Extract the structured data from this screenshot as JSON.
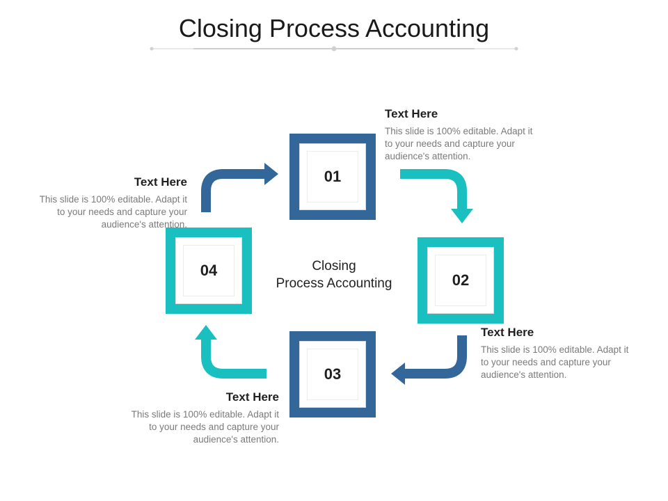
{
  "title": "Closing Process Accounting",
  "center_label": {
    "line1": "Closing",
    "line2": "Process Accounting"
  },
  "steps": [
    {
      "number": "01",
      "color": "#336699"
    },
    {
      "number": "02",
      "color": "#1abfbf"
    },
    {
      "number": "03",
      "color": "#336699"
    },
    {
      "number": "04",
      "color": "#1abfbf"
    }
  ],
  "notes": [
    {
      "heading": "Text Here",
      "body": "This slide is 100% editable. Adapt it to your needs and capture your audience's attention."
    },
    {
      "heading": "Text Here",
      "body": "This slide is 100% editable. Adapt it to your needs and capture your audience's attention."
    },
    {
      "heading": "Text Here",
      "body": "This slide is 100% editable. Adapt it to your needs and capture your audience's attention."
    },
    {
      "heading": "Text Here",
      "body": "This slide is 100% editable. Adapt it to your needs and capture your audience's attention."
    }
  ],
  "colors": {
    "navy": "#336699",
    "teal": "#1abfbf"
  }
}
